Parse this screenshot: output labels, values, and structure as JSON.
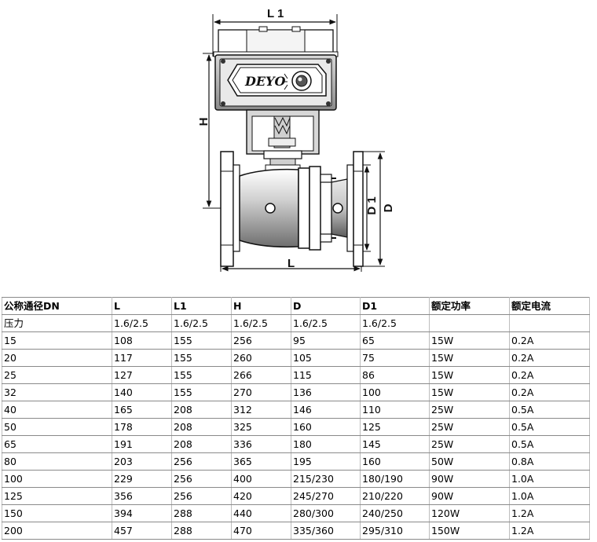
{
  "drawing": {
    "brand": "DEYO",
    "dimension_labels": {
      "l1": "L 1",
      "h": "H",
      "l": "L",
      "d1": "D 1",
      "d": "D"
    }
  },
  "table": {
    "headers": [
      "公称通径DN",
      "L",
      "L1",
      "H",
      "D",
      "D1",
      "额定功率",
      "额定电流"
    ],
    "rows": [
      [
        "压力",
        "1.6/2.5",
        "1.6/2.5",
        "1.6/2.5",
        "1.6/2.5",
        "1.6/2.5",
        "",
        ""
      ],
      [
        "15",
        "108",
        "155",
        "256",
        "95",
        "65",
        "15W",
        "0.2A"
      ],
      [
        "20",
        "117",
        "155",
        "260",
        "105",
        "75",
        "15W",
        "0.2A"
      ],
      [
        "25",
        "127",
        "155",
        "266",
        "115",
        "86",
        "15W",
        "0.2A"
      ],
      [
        "32",
        "140",
        "155",
        "270",
        "136",
        "100",
        "15W",
        "0.2A"
      ],
      [
        "40",
        "165",
        "208",
        "312",
        "146",
        "110",
        "25W",
        "0.5A"
      ],
      [
        "50",
        "178",
        "208",
        "325",
        "160",
        "125",
        "25W",
        "0.5A"
      ],
      [
        "65",
        "191",
        "208",
        "336",
        "180",
        "145",
        "25W",
        "0.5A"
      ],
      [
        "80",
        "203",
        "256",
        "365",
        "195",
        "160",
        "50W",
        "0.8A"
      ],
      [
        "100",
        "229",
        "256",
        "400",
        "215/230",
        "180/190",
        "90W",
        "1.0A"
      ],
      [
        "125",
        "356",
        "256",
        "420",
        "245/270",
        "210/220",
        "90W",
        "1.0A"
      ],
      [
        "150",
        "394",
        "288",
        "440",
        "280/300",
        "240/250",
        "120W",
        "1.2A"
      ],
      [
        "200",
        "457",
        "288",
        "470",
        "335/360",
        "295/310",
        "150W",
        "1.2A"
      ]
    ]
  }
}
